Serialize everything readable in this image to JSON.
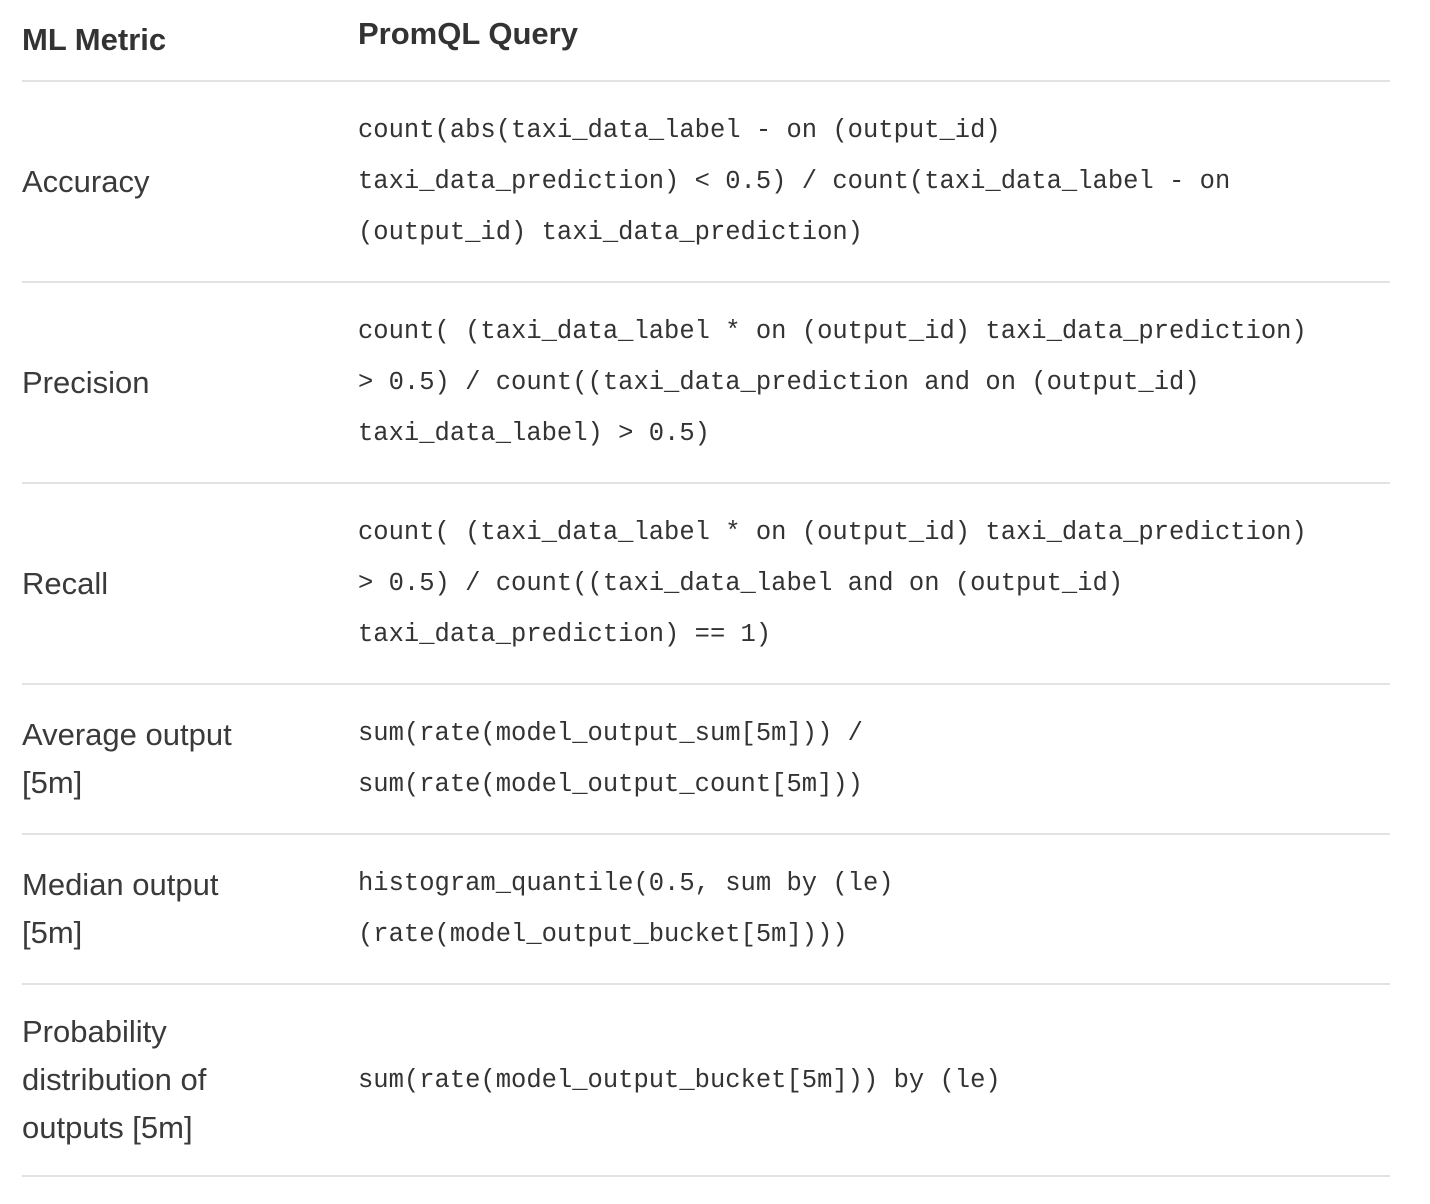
{
  "table": {
    "headers": {
      "metric": "ML Metric",
      "query": "PromQL Query"
    },
    "rows": [
      {
        "metric": "Accuracy",
        "query": "count(abs(taxi_data_label - on (output_id)\ntaxi_data_prediction) < 0.5) / count(taxi_data_label - on\n(output_id) taxi_data_prediction)"
      },
      {
        "metric": "Precision",
        "query": "count( (taxi_data_label * on (output_id) taxi_data_prediction)\n> 0.5) / count((taxi_data_prediction and on (output_id)\ntaxi_data_label) > 0.5)"
      },
      {
        "metric": "Recall",
        "query": "count( (taxi_data_label * on (output_id) taxi_data_prediction)\n> 0.5) / count((taxi_data_label and on (output_id)\ntaxi_data_prediction) == 1)"
      },
      {
        "metric": "Average output\n[5m]",
        "query": "sum(rate(model_output_sum[5m])) /\nsum(rate(model_output_count[5m]))"
      },
      {
        "metric": "Median output\n[5m]",
        "query": "histogram_quantile(0.5, sum by (le)\n(rate(model_output_bucket[5m])))"
      },
      {
        "metric": "Probability\ndistribution of\noutputs [5m]",
        "query": "sum(rate(model_output_bucket[5m])) by (le)"
      }
    ]
  }
}
